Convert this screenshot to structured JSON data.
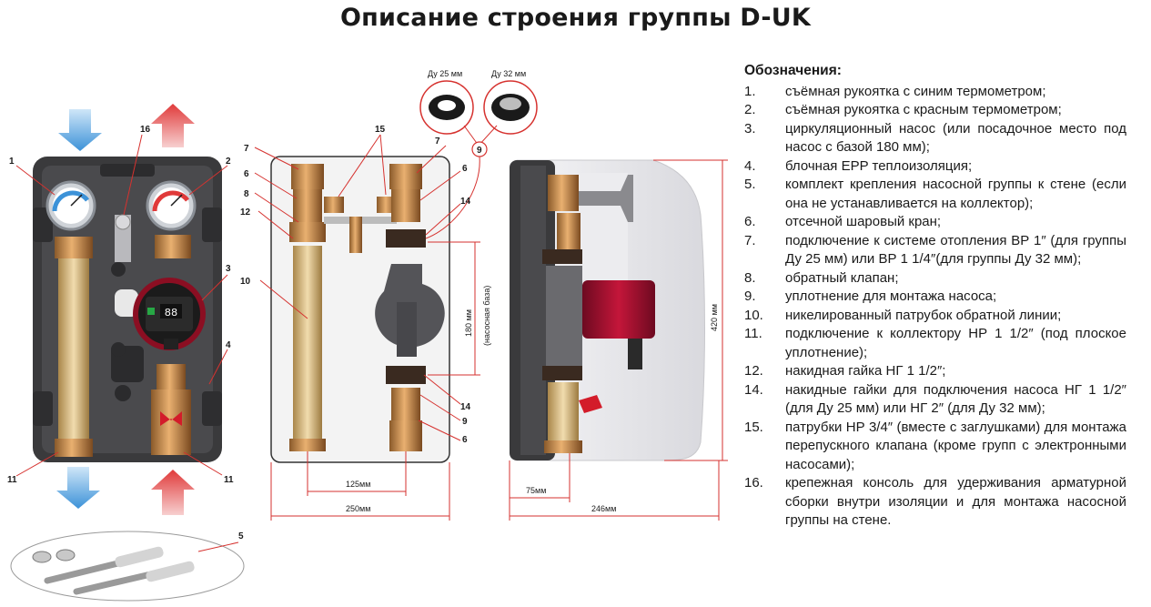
{
  "title": "Описание строения группы D-UK",
  "legend": {
    "heading": "Обозначения:",
    "items": [
      {
        "num": "1.",
        "text": "съёмная рукоятка с синим термометром;"
      },
      {
        "num": "2.",
        "text": "съёмная рукоятка с красным термометром;"
      },
      {
        "num": "3.",
        "text": "циркуляционный насос (или посадочное место под насос с базой 180 мм);"
      },
      {
        "num": "4.",
        "text": "блочная EPP теплоизоляция;"
      },
      {
        "num": "5.",
        "text": "комплект крепления насосной группы к стене (если она не устанавливается на коллектор);"
      },
      {
        "num": "6.",
        "text": "отсечной шаровый кран;"
      },
      {
        "num": "7.",
        "text": "подключение к системе отопления ВР 1″ (для группы Ду 25 мм) или ВР 1 1/4″(для группы Ду 32 мм);"
      },
      {
        "num": "8.",
        "text": "обратный клапан;"
      },
      {
        "num": "9.",
        "text": "уплотнение для монтажа насоса;"
      },
      {
        "num": "10.",
        "text": "никелированный патрубок обратной линии;"
      },
      {
        "num": "11.",
        "text": "подключение к коллектору НР 1 1/2″ (под плоское уплотнение);"
      },
      {
        "num": "12.",
        "text": "накидная гайка НГ 1 1/2″;"
      },
      {
        "num": "14.",
        "text": "накидные гайки для подключения насоса НГ 1 1/2″ (для Ду 25 мм) или НГ 2″ (для Ду 32 мм);"
      },
      {
        "num": "15.",
        "text": "патрубки НР 3/4″  (вместе с заглушками) для монтажа перепускного клапана (кроме групп с электронными насосами);"
      },
      {
        "num": "16.",
        "text": "крепежная консоль для удерживания арматурной сборки внутри изоляции и для монтажа насосной группы на стене."
      }
    ]
  },
  "diagram": {
    "seal_labels": {
      "du25": "Ду 25 мм",
      "du32": "Ду 32 мм"
    },
    "pump_display": "88",
    "callouts": {
      "c1": "1",
      "c2": "2",
      "c3": "3",
      "c4": "4",
      "c5": "5",
      "c16": "16",
      "c11a": "11",
      "c11b": "11",
      "m7a": "7",
      "m6a": "6",
      "m8": "8",
      "m12": "12",
      "m10": "10",
      "m15": "15",
      "m7b": "7",
      "m6b": "6",
      "m14a": "14",
      "m9": "9",
      "m14b": "14",
      "m9b": "9",
      "m6c": "6"
    },
    "dimensions": {
      "w125": "125мм",
      "w250": "250мм",
      "h180": "180 мм",
      "h180sub": "(насосная база)",
      "h420": "420 мм",
      "w75": "75мм",
      "w246": "246мм"
    },
    "colors": {
      "hot": "#e03a3a",
      "cold": "#3c92d8",
      "dim_line": "#d6322f"
    }
  }
}
